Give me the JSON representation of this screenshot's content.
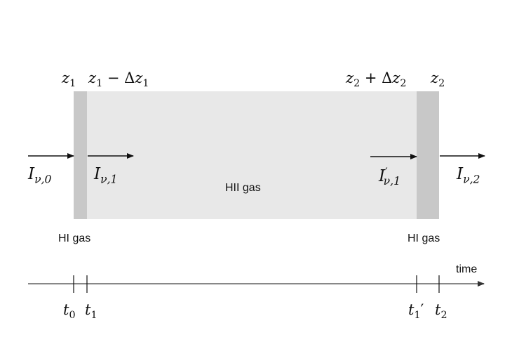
{
  "diagram": {
    "colors": {
      "hii_region": "#e8e8e8",
      "hi_boundary": "#c8c8c8",
      "line": "#111111",
      "timeline": "#888888",
      "background": "#ffffff"
    },
    "position_labels": {
      "z1": {
        "base": "z",
        "sub": "1"
      },
      "z1_minus": {
        "base": "z",
        "sub": "1",
        "op": " − Δ",
        "base2": "z",
        "sub2": "1"
      },
      "z2_plus": {
        "base": "z",
        "sub": "2",
        "op": " + Δ",
        "base2": "z",
        "sub2": "2"
      },
      "z2": {
        "base": "z",
        "sub": "2"
      }
    },
    "intensity_labels": {
      "i_nu_0": {
        "base": "I",
        "sub": "ν,0"
      },
      "i_nu_1": {
        "base": "I",
        "sub": "ν,1"
      },
      "i_nu_1_prime": {
        "base": "I",
        "sup": "′",
        "sub": "ν,1"
      },
      "i_nu_2": {
        "base": "I",
        "sub": "ν,2"
      }
    },
    "region_labels": {
      "hii_gas": "HII gas",
      "hi_gas_left": "HI gas",
      "hi_gas_right": "HI gas"
    },
    "timeline": {
      "axis_label": "time",
      "ticks": [
        {
          "base": "t",
          "sub": "0",
          "suffix": ""
        },
        {
          "base": "t",
          "sub": "1",
          "suffix": ""
        },
        {
          "base": "t",
          "sub": "1",
          "suffix": "′"
        },
        {
          "base": "t",
          "sub": "2",
          "suffix": ""
        }
      ]
    }
  }
}
